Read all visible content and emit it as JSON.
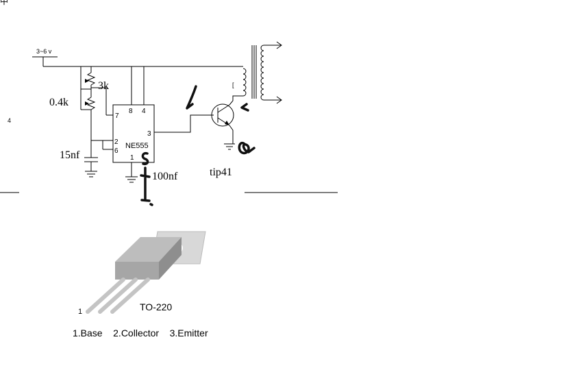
{
  "corner": {
    "glyph": "中"
  },
  "supply": {
    "label": "3~6 v"
  },
  "stray": {
    "left_mark": "4",
    "coil_mark": "["
  },
  "components": {
    "r1": "3k",
    "r2": "0.4k",
    "c1": "15nf",
    "c2": "100nf",
    "ic": "NE555",
    "transistor": "tip41"
  },
  "ic_pins": {
    "p8": "8",
    "p4": "4",
    "p7": "7",
    "p3": "3",
    "p2": "2",
    "p6": "6",
    "p1": "1"
  },
  "package": {
    "name": "TO-220",
    "pin1_marker": "1",
    "pinout": "1.Base    2.Collector    3.Emitter"
  }
}
